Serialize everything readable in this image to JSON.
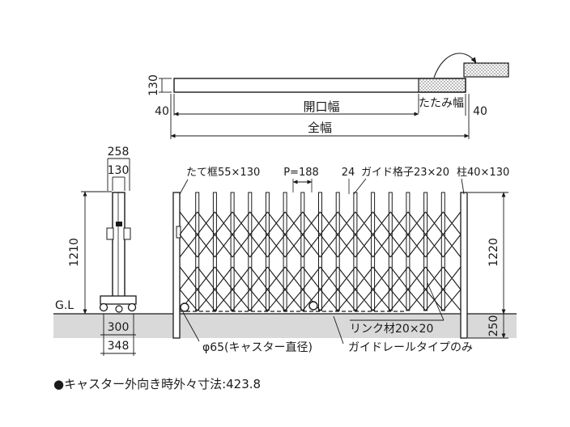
{
  "plan_view": {
    "depth_label": "130",
    "left_margin_label": "40",
    "right_margin_label": "40",
    "opening_width_label": "開口幅",
    "folded_width_label": "たたみ幅",
    "overall_width_label": "全幅"
  },
  "side_view": {
    "top_width_label": "258",
    "post_width_label": "130",
    "height_label": "1210",
    "ground_label": "G.L",
    "base_width_label": "300",
    "caster_span_label": "348"
  },
  "front_view": {
    "frame_label": "たて框55×130",
    "pitch_label": "P=188",
    "gap_label": "24",
    "guide_label": "ガイド格子23×20",
    "post_label": "柱40×130",
    "height_label": "1220",
    "embed_label": "250",
    "link_label": "リンク材20×20",
    "caster_label": "φ65(キャスター直径)",
    "rail_label": "ガイドレールタイプのみ"
  },
  "note": "●キャスター外向き時外々寸法:423.8",
  "colors": {
    "line": "#1a1a1a",
    "ground": "#d9d9d9",
    "hatch": "#9a9a9a"
  },
  "grid": {
    "num_gate_bars": 15
  }
}
